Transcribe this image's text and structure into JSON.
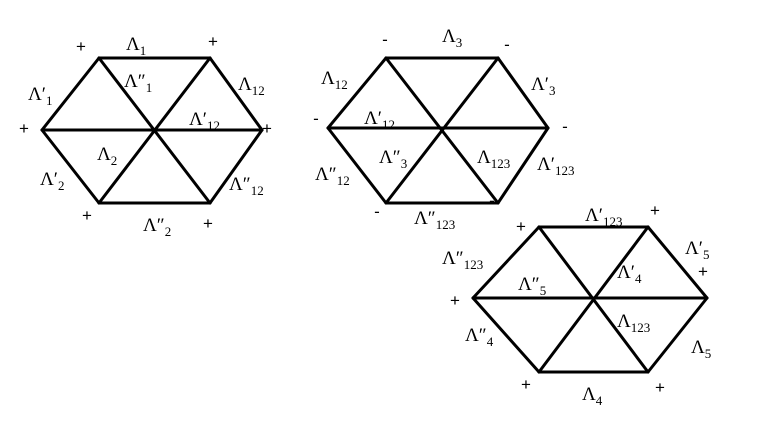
{
  "hexagons": [
    {
      "name": "left",
      "vertex_signs": [
        "+",
        "+",
        "+",
        "+",
        "+",
        "+"
      ],
      "labels": [
        {
          "base": "Λ",
          "mark": "",
          "sub": "1"
        },
        {
          "base": "Λ",
          "mark": "",
          "sub": "12"
        },
        {
          "base": "Λ",
          "mark": "″",
          "sub": "12"
        },
        {
          "base": "Λ",
          "mark": "″",
          "sub": "2"
        },
        {
          "base": "Λ",
          "mark": "′",
          "sub": "2"
        },
        {
          "base": "Λ",
          "mark": "′",
          "sub": "1"
        },
        {
          "base": "Λ",
          "mark": "″",
          "sub": "1"
        },
        {
          "base": "Λ",
          "mark": "′",
          "sub": "12"
        },
        {
          "base": "Λ",
          "mark": "",
          "sub": "2"
        }
      ]
    },
    {
      "name": "middle",
      "vertex_signs": [
        "-",
        "-",
        "-",
        "-",
        "-",
        "-"
      ],
      "labels": [
        {
          "base": "Λ",
          "mark": "",
          "sub": "3"
        },
        {
          "base": "Λ",
          "mark": "′",
          "sub": "3"
        },
        {
          "base": "Λ",
          "mark": "′",
          "sub": "123"
        },
        {
          "base": "Λ",
          "mark": "″",
          "sub": "123"
        },
        {
          "base": "Λ",
          "mark": "″",
          "sub": "12"
        },
        {
          "base": "Λ",
          "mark": "",
          "sub": "12"
        },
        {
          "base": "Λ",
          "mark": "′",
          "sub": "12"
        },
        {
          "base": "Λ",
          "mark": "″",
          "sub": "3"
        },
        {
          "base": "Λ",
          "mark": "",
          "sub": "123"
        }
      ]
    },
    {
      "name": "right",
      "vertex_signs": [
        "+",
        "+",
        "+",
        "+",
        "+",
        "+"
      ],
      "labels": [
        {
          "base": "Λ",
          "mark": "′",
          "sub": "123"
        },
        {
          "base": "Λ",
          "mark": "′",
          "sub": "5"
        },
        {
          "base": "Λ",
          "mark": "",
          "sub": "5"
        },
        {
          "base": "Λ",
          "mark": "",
          "sub": "4"
        },
        {
          "base": "Λ",
          "mark": "″",
          "sub": "4"
        },
        {
          "base": "Λ",
          "mark": "″",
          "sub": "123"
        },
        {
          "base": "Λ",
          "mark": "″",
          "sub": "5"
        },
        {
          "base": "Λ",
          "mark": "′",
          "sub": "4"
        },
        {
          "base": "Λ",
          "mark": "",
          "sub": "123"
        }
      ]
    }
  ]
}
